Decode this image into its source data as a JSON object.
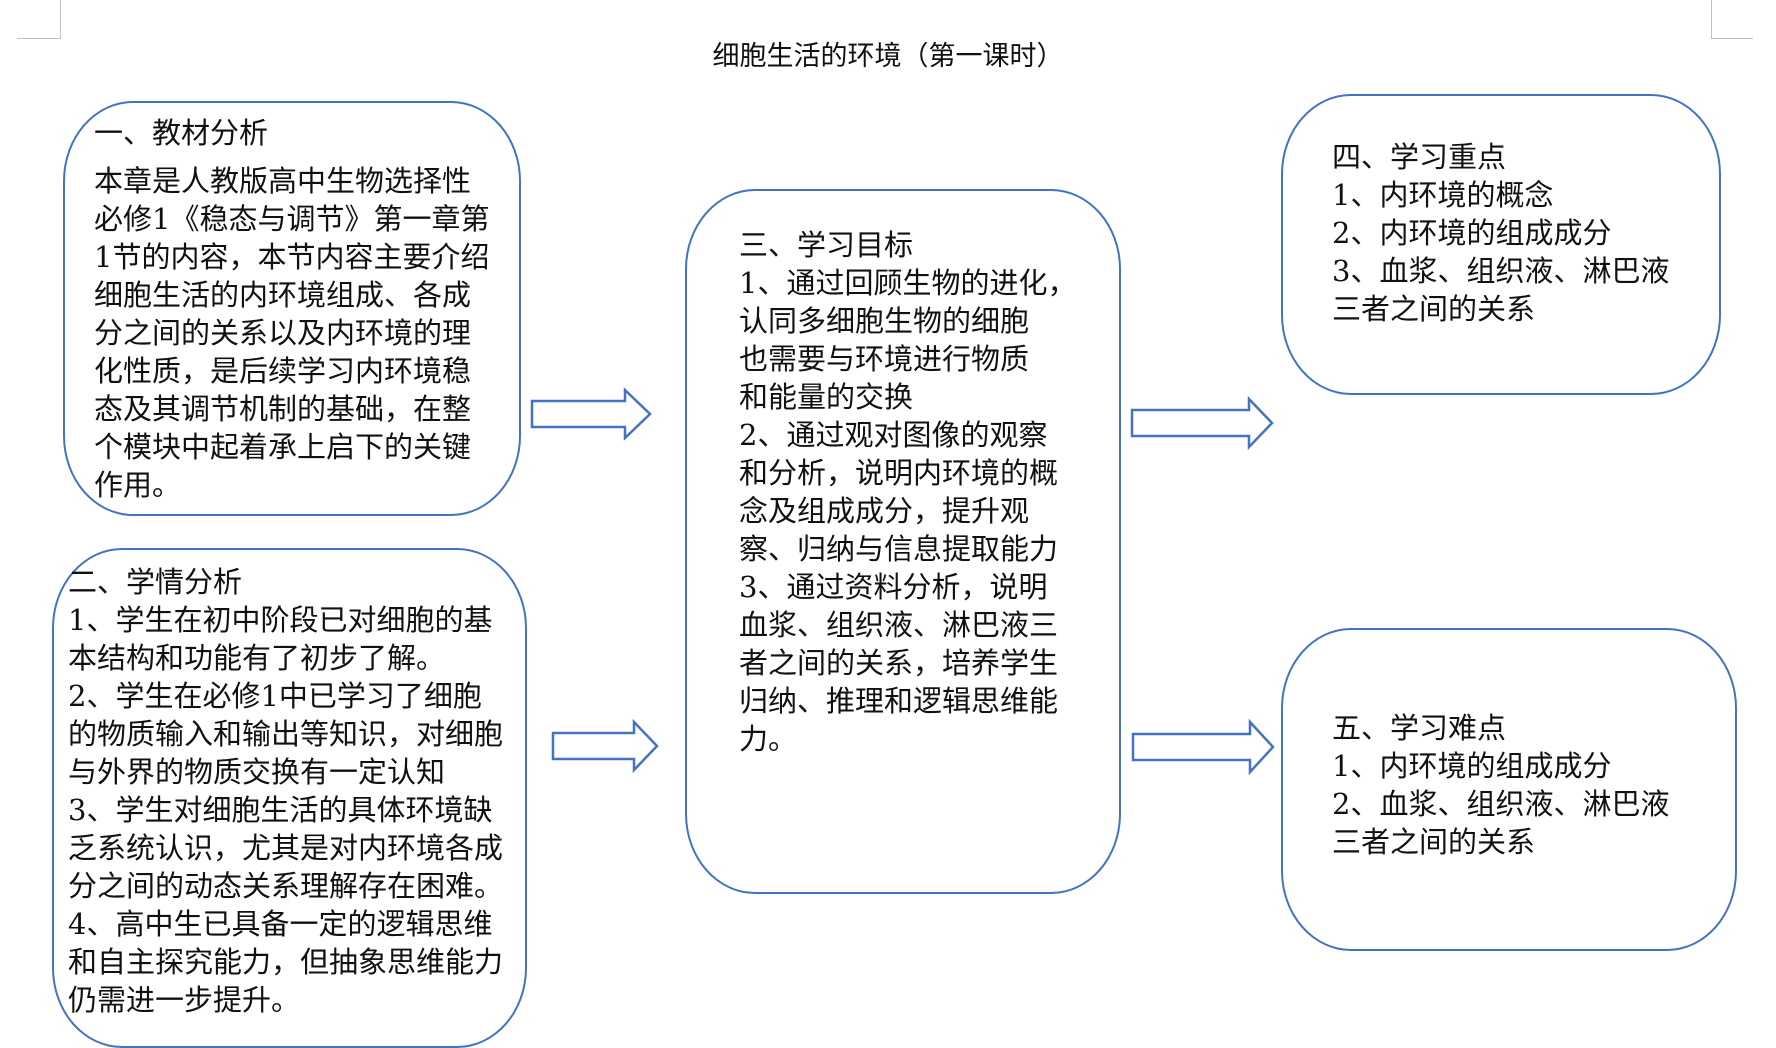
{
  "document": {
    "title": "细胞生活的环境（第一课时）",
    "accent_color": "#4472c4"
  },
  "boxes": {
    "teaching_material": {
      "heading": "一、教材分析",
      "lines": [
        "本章是人教版高中生物选择性",
        "必修1《稳态与调节》第一章第",
        "1节的内容，本节内容主要介绍",
        "细胞生活的内环境组成、各成",
        "分之间的关系以及内环境的理",
        "化性质，是后续学习内环境稳",
        "态及其调节机制的基础，在整",
        "个模块中起着承上启下的关键",
        "作用。"
      ]
    },
    "student_analysis": {
      "heading": "二、学情分析",
      "lines": [
        "1、学生在初中阶段已对细胞的基",
        "本结构和功能有了初步了解。",
        "2、学生在必修1中已学习了细胞",
        "的物质输入和输出等知识，对细胞",
        "与外界的物质交换有一定认知",
        "3、学生对细胞生活的具体环境缺",
        "乏系统认识，尤其是对内环境各成",
        "分之间的动态关系理解存在困难。",
        "4、高中生已具备一定的逻辑思维",
        "和自主探究能力，但抽象思维能力",
        "仍需进一步提升。"
      ]
    },
    "learning_goals": {
      "heading": "三、学习目标",
      "lines": [
        "1、通过回顾生物的进化，",
        "认同多细胞生物的细胞",
        "也需要与环境进行物质",
        "和能量的交换",
        "2、通过观对图像的观察",
        "和分析，说明内环境的概",
        "念及组成成分，提升观",
        "察、归纳与信息提取能力",
        "3、通过资料分析，说明",
        "血浆、组织液、淋巴液三",
        "者之间的关系，培养学生",
        "归纳、推理和逻辑思维能",
        "力。"
      ]
    },
    "key_points": {
      "heading": "四、学习重点",
      "lines": [
        "1、内环境的概念",
        "2、内环境的组成成分",
        "3、血浆、组织液、淋巴液",
        "三者之间的关系"
      ]
    },
    "difficulties": {
      "heading": "五、学习难点",
      "lines": [
        "1、内环境的组成成分",
        "2、血浆、组织液、淋巴液",
        "三者之间的关系"
      ]
    }
  }
}
